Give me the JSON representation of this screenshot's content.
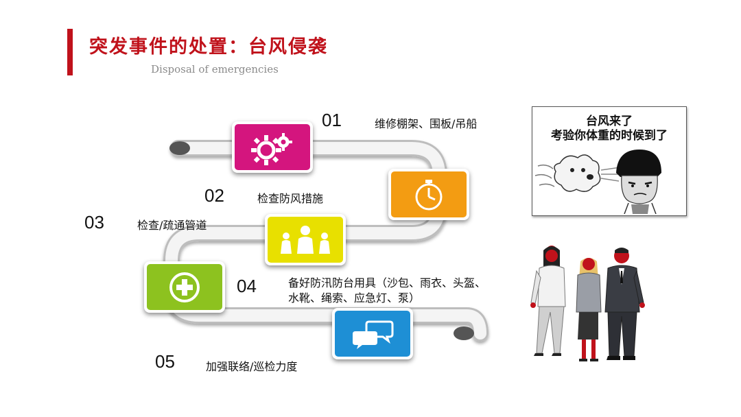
{
  "header": {
    "title": "突发事件的处置：台风侵袭",
    "subtitle": "Disposal of emergencies"
  },
  "steps": [
    {
      "num": "01",
      "text": "维修棚架、围板/吊船",
      "icon": "gears-icon",
      "color": "#d4157e"
    },
    {
      "num": "02",
      "text": "检查防风措施",
      "icon": "stopwatch-icon",
      "color": "#f39c12"
    },
    {
      "num": "03",
      "text": "检查/疏通管道",
      "icon": "people-icon",
      "color": "#e8e000"
    },
    {
      "num": "04",
      "text_line1": "备好防汛防台用具（沙包、雨衣、头盔、",
      "text_line2": "水靴、绳索、应急灯、泵）",
      "icon": "plus-circle-icon",
      "color": "#8dc21f"
    },
    {
      "num": "05",
      "text": "加强联络/巡检力度",
      "icon": "chat-bubbles-icon",
      "color": "#1e8fd5"
    }
  ],
  "meme": {
    "line1": "台风来了",
    "line2": "考验你体重的时候到了"
  },
  "colors": {
    "accent": "#c0121b",
    "track": "#f2f2f2",
    "endcap": "#555555"
  }
}
